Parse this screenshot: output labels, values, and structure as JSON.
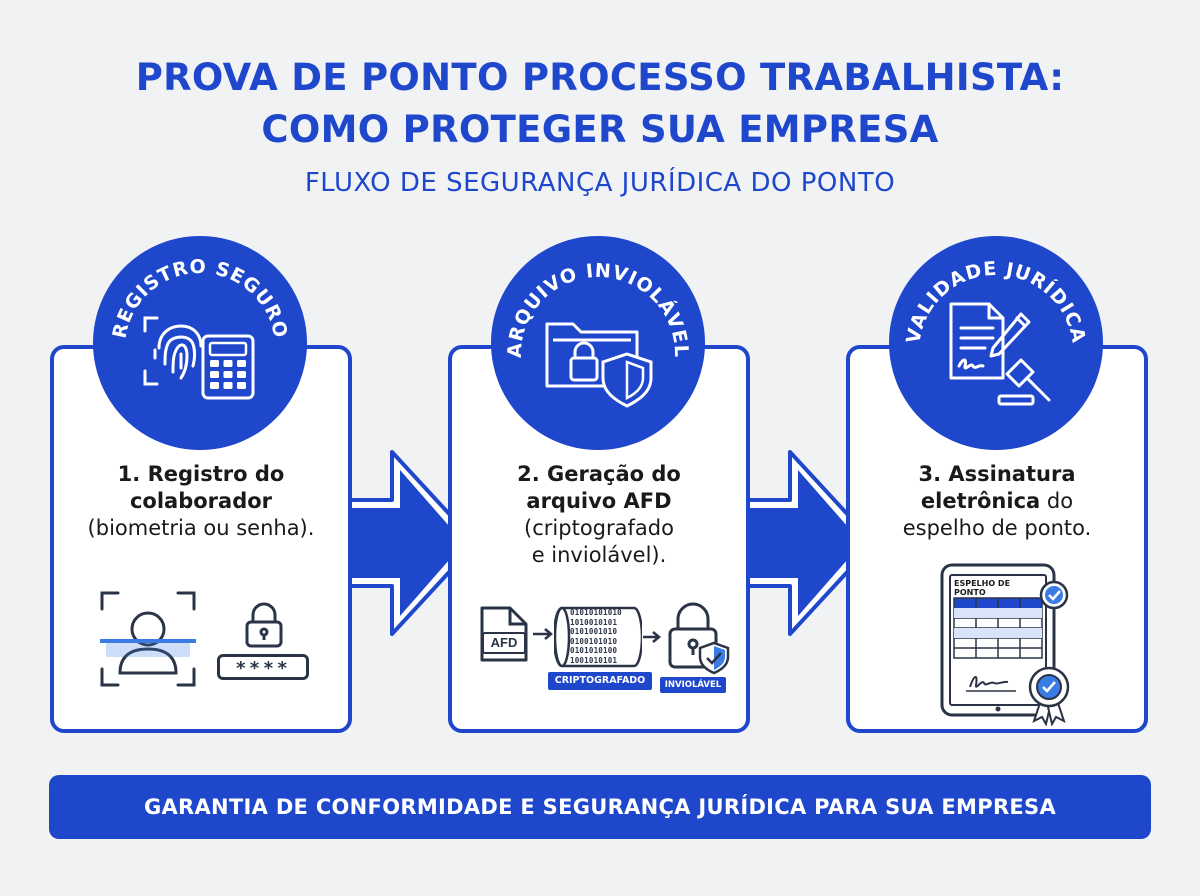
{
  "header": {
    "title_line1": "PROVA DE PONTO PROCESSO TRABALHISTA:",
    "title_line2": "COMO PROTEGER SUA EMPRESA",
    "subtitle": "FLUXO DE SEGURANÇA JURÍDICA DO PONTO"
  },
  "steps": [
    {
      "badge": "REGISTRO SEGURO",
      "title_line1": "1. Registro do",
      "title_line2": "colaborador",
      "desc_line1": "(biometria ou senha).",
      "password_mask": "****"
    },
    {
      "badge": "ARQUIVO INVIOLÁVEL",
      "title_line1": "2. Geração do",
      "title_line2": "arquivo AFD",
      "desc_line1": "(criptografado",
      "desc_line2": "e inviolável).",
      "file_label": "AFD",
      "binary_lines": [
        "01010101010",
        "1010010101",
        "0101001010",
        "0100101010",
        "0101010100",
        "1001010101"
      ],
      "tag_encrypted": "CRIPTOGRAFADO",
      "tag_inviolable": "INVIOLÁVEL"
    },
    {
      "badge": "VALIDADE JURÍDICA",
      "title_bold_1": "3. Assinatura",
      "title_bold_2": "eletrônica",
      "title_rest_2": " do",
      "desc_line1": "espelho de ponto.",
      "tablet_label": "ESPELHO DE PONTO"
    }
  ],
  "banner": {
    "text": "GARANTIA DE CONFORMIDADE E SEGURANÇA JURÍDICA PARA SUA EMPRESA"
  },
  "colors": {
    "primary_blue": "#1f47cc",
    "background": "#f1f2f4",
    "card": "#ffffff",
    "text": "#1a1a1a",
    "icon_stroke": "#2a3446"
  }
}
